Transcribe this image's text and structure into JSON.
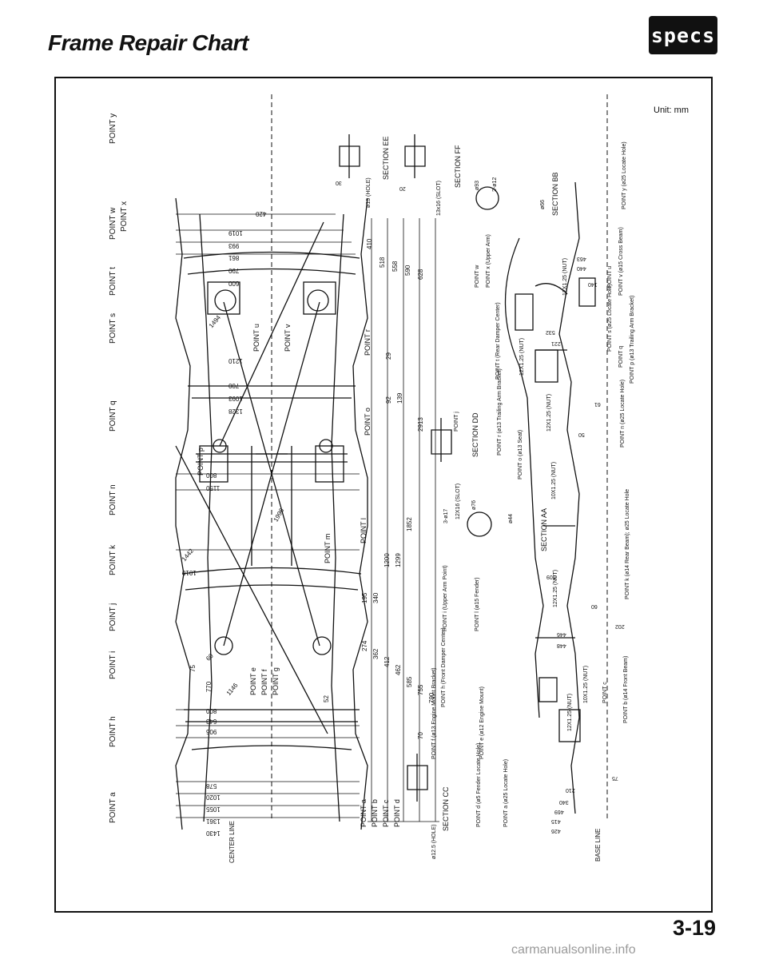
{
  "header": {
    "title": "Frame Repair Chart",
    "badge": "specs"
  },
  "unit_label": "Unit: mm",
  "page_number": "3-19",
  "watermark": "carmanualsonline.info",
  "diagram": {
    "point_labels_left": [
      "POINT y",
      "POINT w",
      "POINT x",
      "POINT t",
      "POINT s",
      "POINT q",
      "POINT n",
      "POINT k",
      "POINT j",
      "POINT i",
      "POINT h",
      "POINT a"
    ],
    "inner_labels": [
      "POINT p",
      "POINT u",
      "POINT v",
      "POINT r",
      "POINT o",
      "POINT l",
      "POINT m",
      "POINT e",
      "POINT f",
      "POINT g"
    ],
    "bottom_list": [
      "POINT a",
      "POINT b",
      "POINT c",
      "POINT d"
    ],
    "center_line": "CENTER LINE",
    "base_line": "BASE LINE",
    "vertical_dims": [
      "29",
      "92",
      "139",
      "410",
      "518",
      "558",
      "590",
      "628",
      "2913",
      "1852",
      "1299",
      "1200",
      "340",
      "195",
      "274",
      "362",
      "412",
      "462",
      "585",
      "755",
      "790",
      "70"
    ],
    "width_dims_top": [
      "420",
      "1019",
      "993",
      "861",
      "790",
      "600"
    ],
    "width_dims_mid": [
      "1210",
      "700",
      "1093",
      "1328",
      "800",
      "1150"
    ],
    "width_dims_bottom": [
      "1010",
      "800",
      "643",
      "906",
      "578",
      "1020",
      "1055",
      "1361",
      "1430"
    ],
    "diag_dims": [
      "1494",
      "1996",
      "1442",
      "1146",
      "770",
      "75",
      "60",
      "52"
    ],
    "sections": [
      "SECTION EE",
      "SECTION FF",
      "SECTION DD",
      "SECTION AA",
      "SECTION BB",
      "SECTION CC"
    ],
    "hole_notes": [
      "ø13 (HOLE)",
      "13x16 (SLOT)",
      "12X16 (SLOT)",
      "ø12.5 (HOLE)",
      "ø93",
      "2-ø12",
      "3-ø17",
      "ø66",
      "ø76",
      "ø44",
      "30",
      "20"
    ],
    "right_callouts": [
      "POINT y (ø25 Locate Hole)",
      "POINT u",
      "POINT v (ø15 Cross Beam)",
      "POINT s (ø25 Locate Hole)",
      "POINT q",
      "POINT p (ø13 Trailing Arm Bracket)",
      "POINT n (ø25 Locate Hole)",
      "POINT k (ø14 Rear Beam); ø25 Locate Hole",
      "POINT c",
      "POINT b (ø14 Front Beam)"
    ],
    "center_callouts": [
      "POINT w",
      "POINT x (Upper Arm)",
      "POINT t (Rear Damper Center)",
      "POINT r (ø13 Trailing Arm Bracket)",
      "POINT o (ø13 Seat)",
      "POINT j",
      "POINT i (Upper Arm Point)",
      "POINT l (ø15 Fender)",
      "POINT h (Front Damper Center)",
      "POINT f (ø13 Engine Mount Bracket)",
      "POINT e (ø12 Engine Mount)",
      "POINT d (ø5 Fender Locate Hole)",
      "POINT a (ø25 Locate Hole)"
    ],
    "nut_notes": [
      "12X1.25 (NUT)",
      "12X1.25 (NUT)",
      "12X1.25 (NUT)",
      "10X1.25 (NUT)",
      "12X1.25 (NUT)",
      "10X1.25 (NUT)",
      "12X1.25 (NUT)"
    ],
    "side_dims": [
      "463",
      "440",
      "140",
      "532",
      "221",
      "61",
      "50",
      "609",
      "60",
      "202",
      "446",
      "448",
      "75",
      "210",
      "340",
      "469",
      "415",
      "426"
    ]
  },
  "colors": {
    "ink": "#111111",
    "badge_bg": "#111111",
    "watermark": "#9a9a9a"
  }
}
